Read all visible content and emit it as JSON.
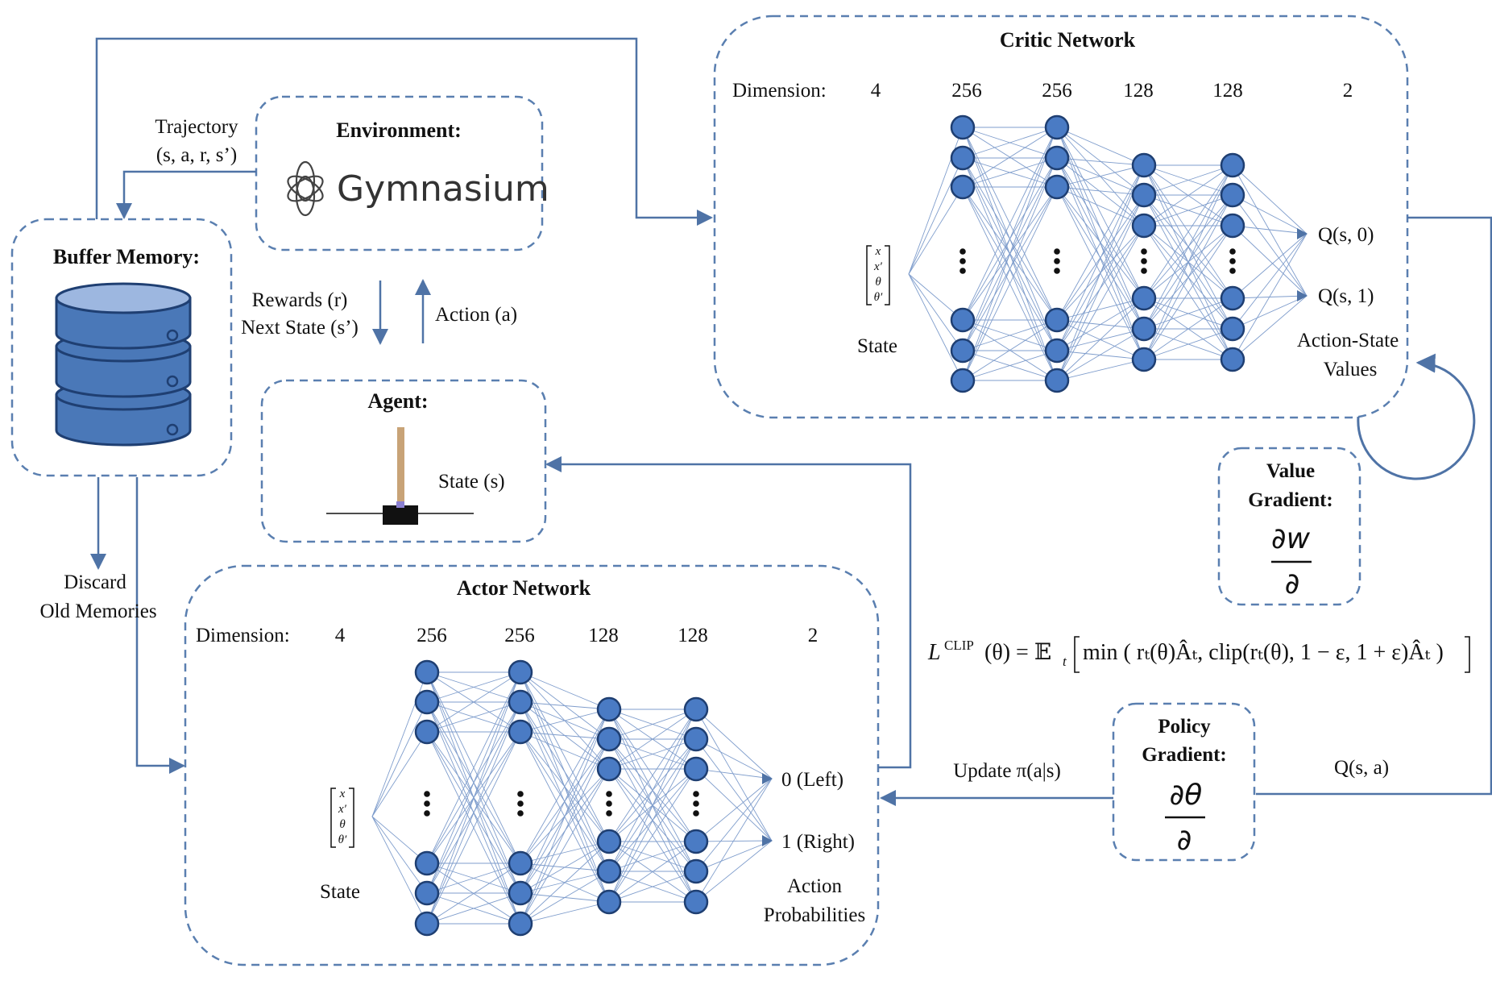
{
  "colors": {
    "dash_border": "#5a7fb0",
    "arrow": "#4f73a6",
    "node_fill": "#4a7bc4",
    "node_stroke": "#1f3f72",
    "edge": "#7f9dcc",
    "database_fill": "#4a78b8",
    "database_top": "#9db7e0",
    "pole": "#c8a377",
    "cart": "#111111"
  },
  "icons": {
    "gymnasium_logo": "gymnasium-logo-icon",
    "database": "database-icon",
    "cartpole": "cartpole-icon"
  },
  "environment": {
    "title": "Environment:",
    "logo_text": "Gymnasium"
  },
  "buffer": {
    "title": "Buffer Memory:"
  },
  "agent": {
    "title": "Agent:",
    "state_label": "State (s)"
  },
  "trajectory": {
    "line1": "Trajectory",
    "line2": "(s, a, r, s’)"
  },
  "rewards": {
    "line1": "Rewards (r)",
    "line2": "Next State (s’)"
  },
  "action_label": "Action (a)",
  "discard": {
    "line1": "Discard",
    "line2": "Old Memories"
  },
  "critic": {
    "title": "Critic Network",
    "dimension_label": "Dimension:",
    "dims": [
      "4",
      "256",
      "256",
      "128",
      "128",
      "2"
    ],
    "state_vector": [
      "x",
      "x′",
      "θ",
      "θ′"
    ],
    "state_label": "State",
    "outputs": [
      "Q(s, 0)",
      "Q(s, 1)"
    ],
    "output_caption": [
      "Action-State",
      "Values"
    ]
  },
  "actor": {
    "title": "Actor Network",
    "dimension_label": "Dimension:",
    "dims": [
      "4",
      "256",
      "256",
      "128",
      "128",
      "2"
    ],
    "state_vector": [
      "x",
      "x′",
      "θ",
      "θ′"
    ],
    "state_label": "State",
    "outputs": [
      "0 (Left)",
      "1 (Right)"
    ],
    "output_caption": [
      "Action",
      "Probabilities"
    ]
  },
  "value_gradient": {
    "title1": "Value",
    "title2": "Gradient:",
    "numerator": "∂w",
    "denominator": "∂"
  },
  "policy_gradient": {
    "title1": "Policy",
    "title2": "Gradient:",
    "numerator": "∂θ",
    "denominator": "∂"
  },
  "update_label": "Update π(a|s)",
  "q_sa_label": "Q(s, a)",
  "formula": {
    "lhs": "L",
    "lhs_sup": "CLIP",
    "lhs_arg": "(θ) = 𝔼",
    "lhs_sub": "t",
    "body": "min ( rₜ(θ)Âₜ, clip(rₜ(θ), 1 − ε, 1 + ε)Âₜ )"
  }
}
